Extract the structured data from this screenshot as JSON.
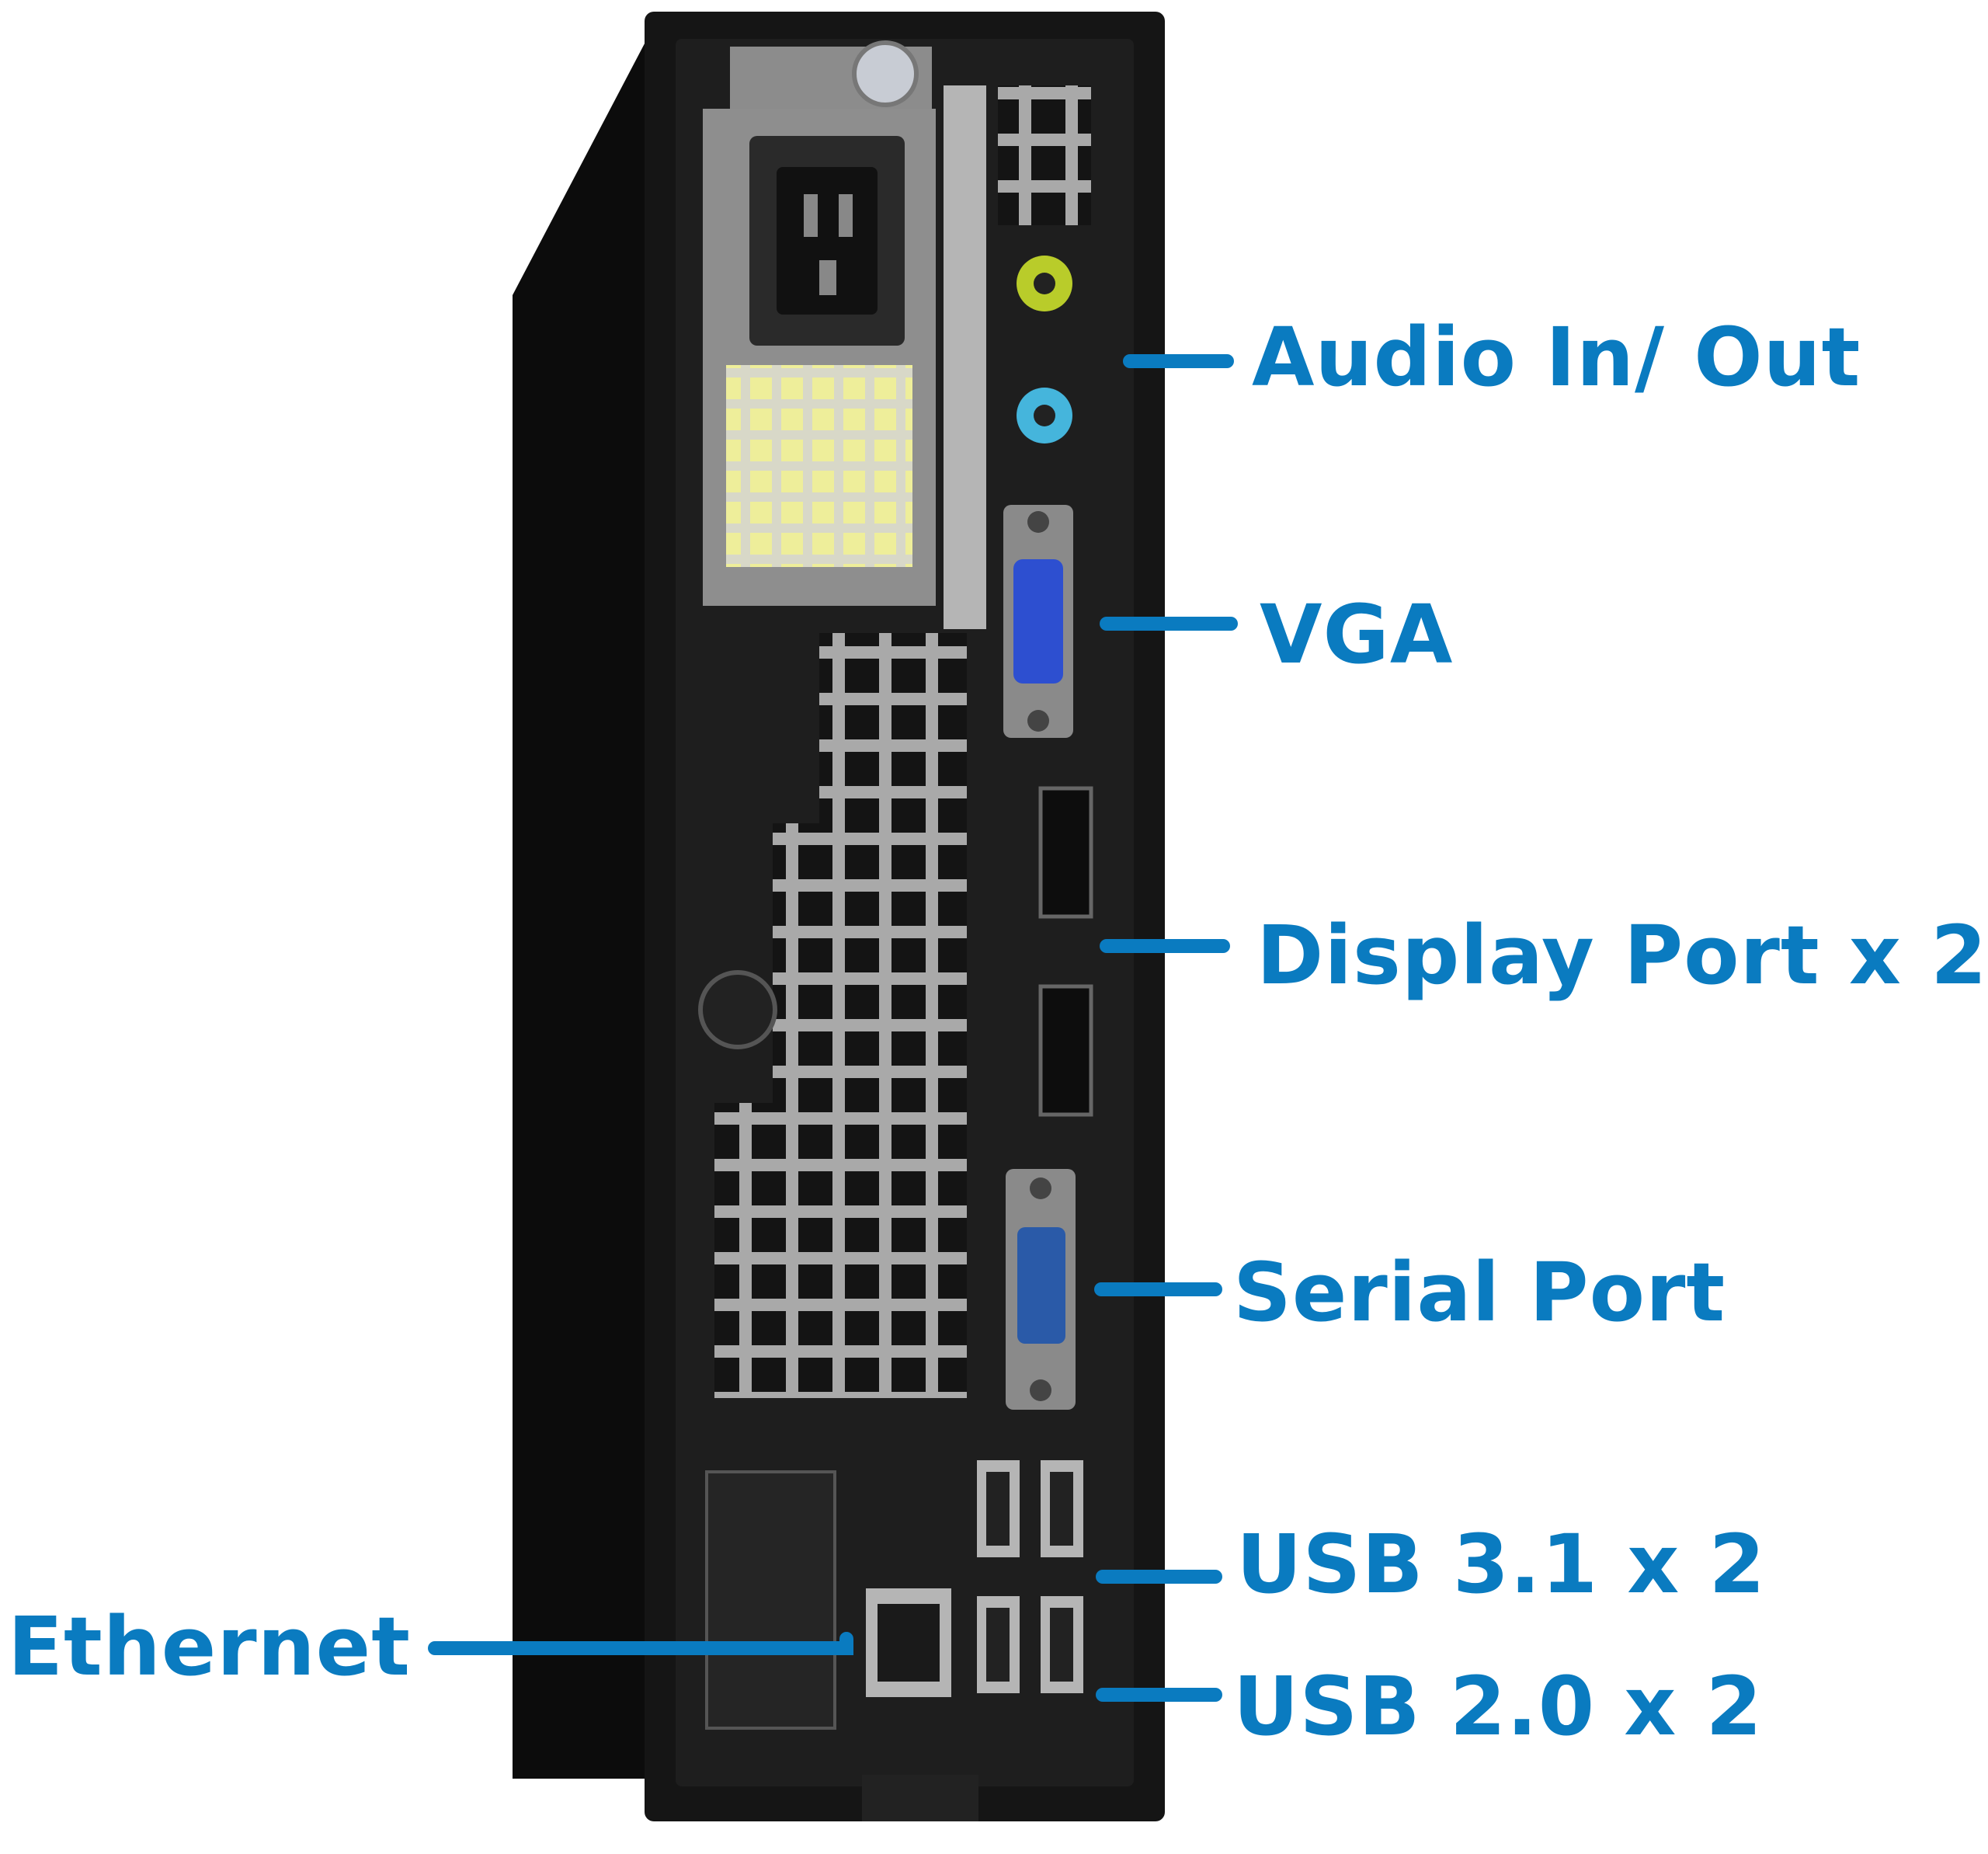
{
  "callouts": {
    "audio": "Audio In/ Out",
    "vga": "VGA",
    "displayport": "Display Port x 2",
    "serial": "Serial Port",
    "usb31": "USB 3.1 x 2",
    "usb20": "USB 2.0 x 2",
    "ethernet": "Ethernet"
  },
  "colors": {
    "label": "#0a7bc0",
    "case_dark": "#141414",
    "case_side": "#0c0c0c",
    "panel": "#1c1c1c",
    "metal": "#9a9a9a",
    "vga_blue": "#2d4fd0",
    "audio_green": "#b9cc2a",
    "audio_blue": "#45b5dc"
  }
}
